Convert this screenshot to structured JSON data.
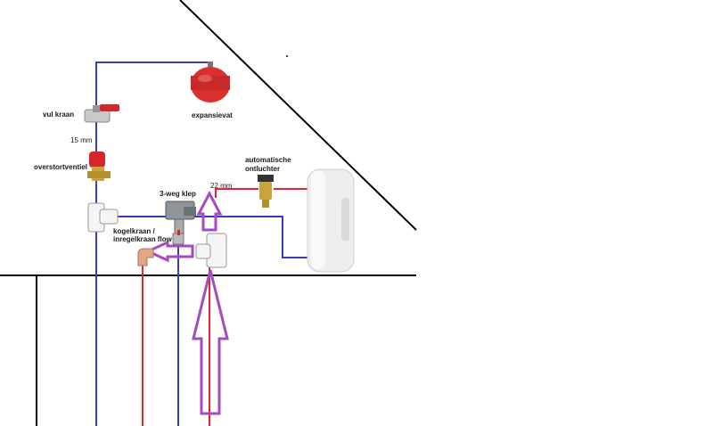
{
  "labels": {
    "vul_kraan": "vul kraan",
    "expansievat": "expansievat",
    "pipe_15mm": "15 mm",
    "overstortventiel": "overstortventiel",
    "automatische_ontluchter_line1": "automatische",
    "automatische_ontluchter_line2": "ontluchter",
    "pipe_22mm": "22 mm",
    "driewegklep": "3-weg klep",
    "kogelkraan_line1": "kogelkraan /",
    "kogelkraan_line2": "inregelkraan flow"
  },
  "colors": {
    "blue_pipe": "#3b3bbf",
    "red_pipe": "#e8232d",
    "purple_arrow": "#a64bbf",
    "outline": "#000000",
    "vessel_red": "#d9302f",
    "brass": "#c9a43a",
    "boiler": "#eeeeee"
  }
}
